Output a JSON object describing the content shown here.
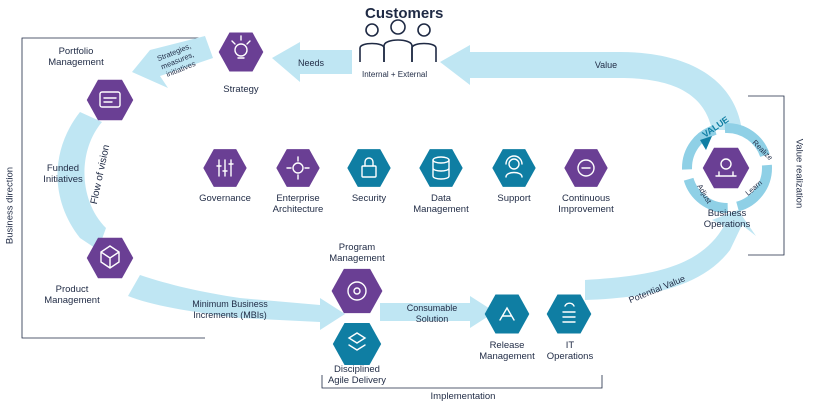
{
  "customers": {
    "title": "Customers",
    "subtitle": "Internal + External"
  },
  "flow_labels": {
    "needs": "Needs",
    "value": "Value",
    "strategies_l1": "Strategies,",
    "strategies_l2": "measures,",
    "strategies_l3": "initiatives",
    "funded_l1": "Funded",
    "funded_l2": "Initiatives",
    "flow_of_vision": "Flow of vision",
    "mbi_l1": "Minimum Business",
    "mbi_l2": "Increments (MBIs)",
    "consumable_l1": "Consumable",
    "consumable_l2": "Solution",
    "potential_value": "Potential Value"
  },
  "side_labels": {
    "business_direction": "Business direction",
    "value_realization": "Value realization",
    "implementation": "Implementation"
  },
  "nodes": {
    "portfolio_l1": "Portfolio",
    "portfolio_l2": "Management",
    "strategy": "Strategy",
    "product_l1": "Product",
    "product_l2": "Management",
    "program_l1": "Program",
    "program_l2": "Management",
    "agile_l1": "Disciplined",
    "agile_l2": "Agile Delivery",
    "release_l1": "Release",
    "release_l2": "Management",
    "itops_l1": "IT",
    "itops_l2": "Operations",
    "bizops_l1": "Business",
    "bizops_l2": "Operations"
  },
  "center_items": [
    {
      "l1": "Governance",
      "l2": ""
    },
    {
      "l1": "Enterprise",
      "l2": "Architecture"
    },
    {
      "l1": "Security",
      "l2": ""
    },
    {
      "l1": "Data",
      "l2": "Management"
    },
    {
      "l1": "Support",
      "l2": ""
    },
    {
      "l1": "Continuous",
      "l2": "Improvement"
    }
  ],
  "cycle": {
    "value": "VALUE",
    "realize": "Realize",
    "learn": "Learn",
    "adjust": "Adjust"
  },
  "colors": {
    "purple": "#6a3f94",
    "teal": "#0f7ea3",
    "arrow": "#bfe6f3",
    "arrow_dark": "#8fd0e6",
    "text": "#1f2a44"
  }
}
